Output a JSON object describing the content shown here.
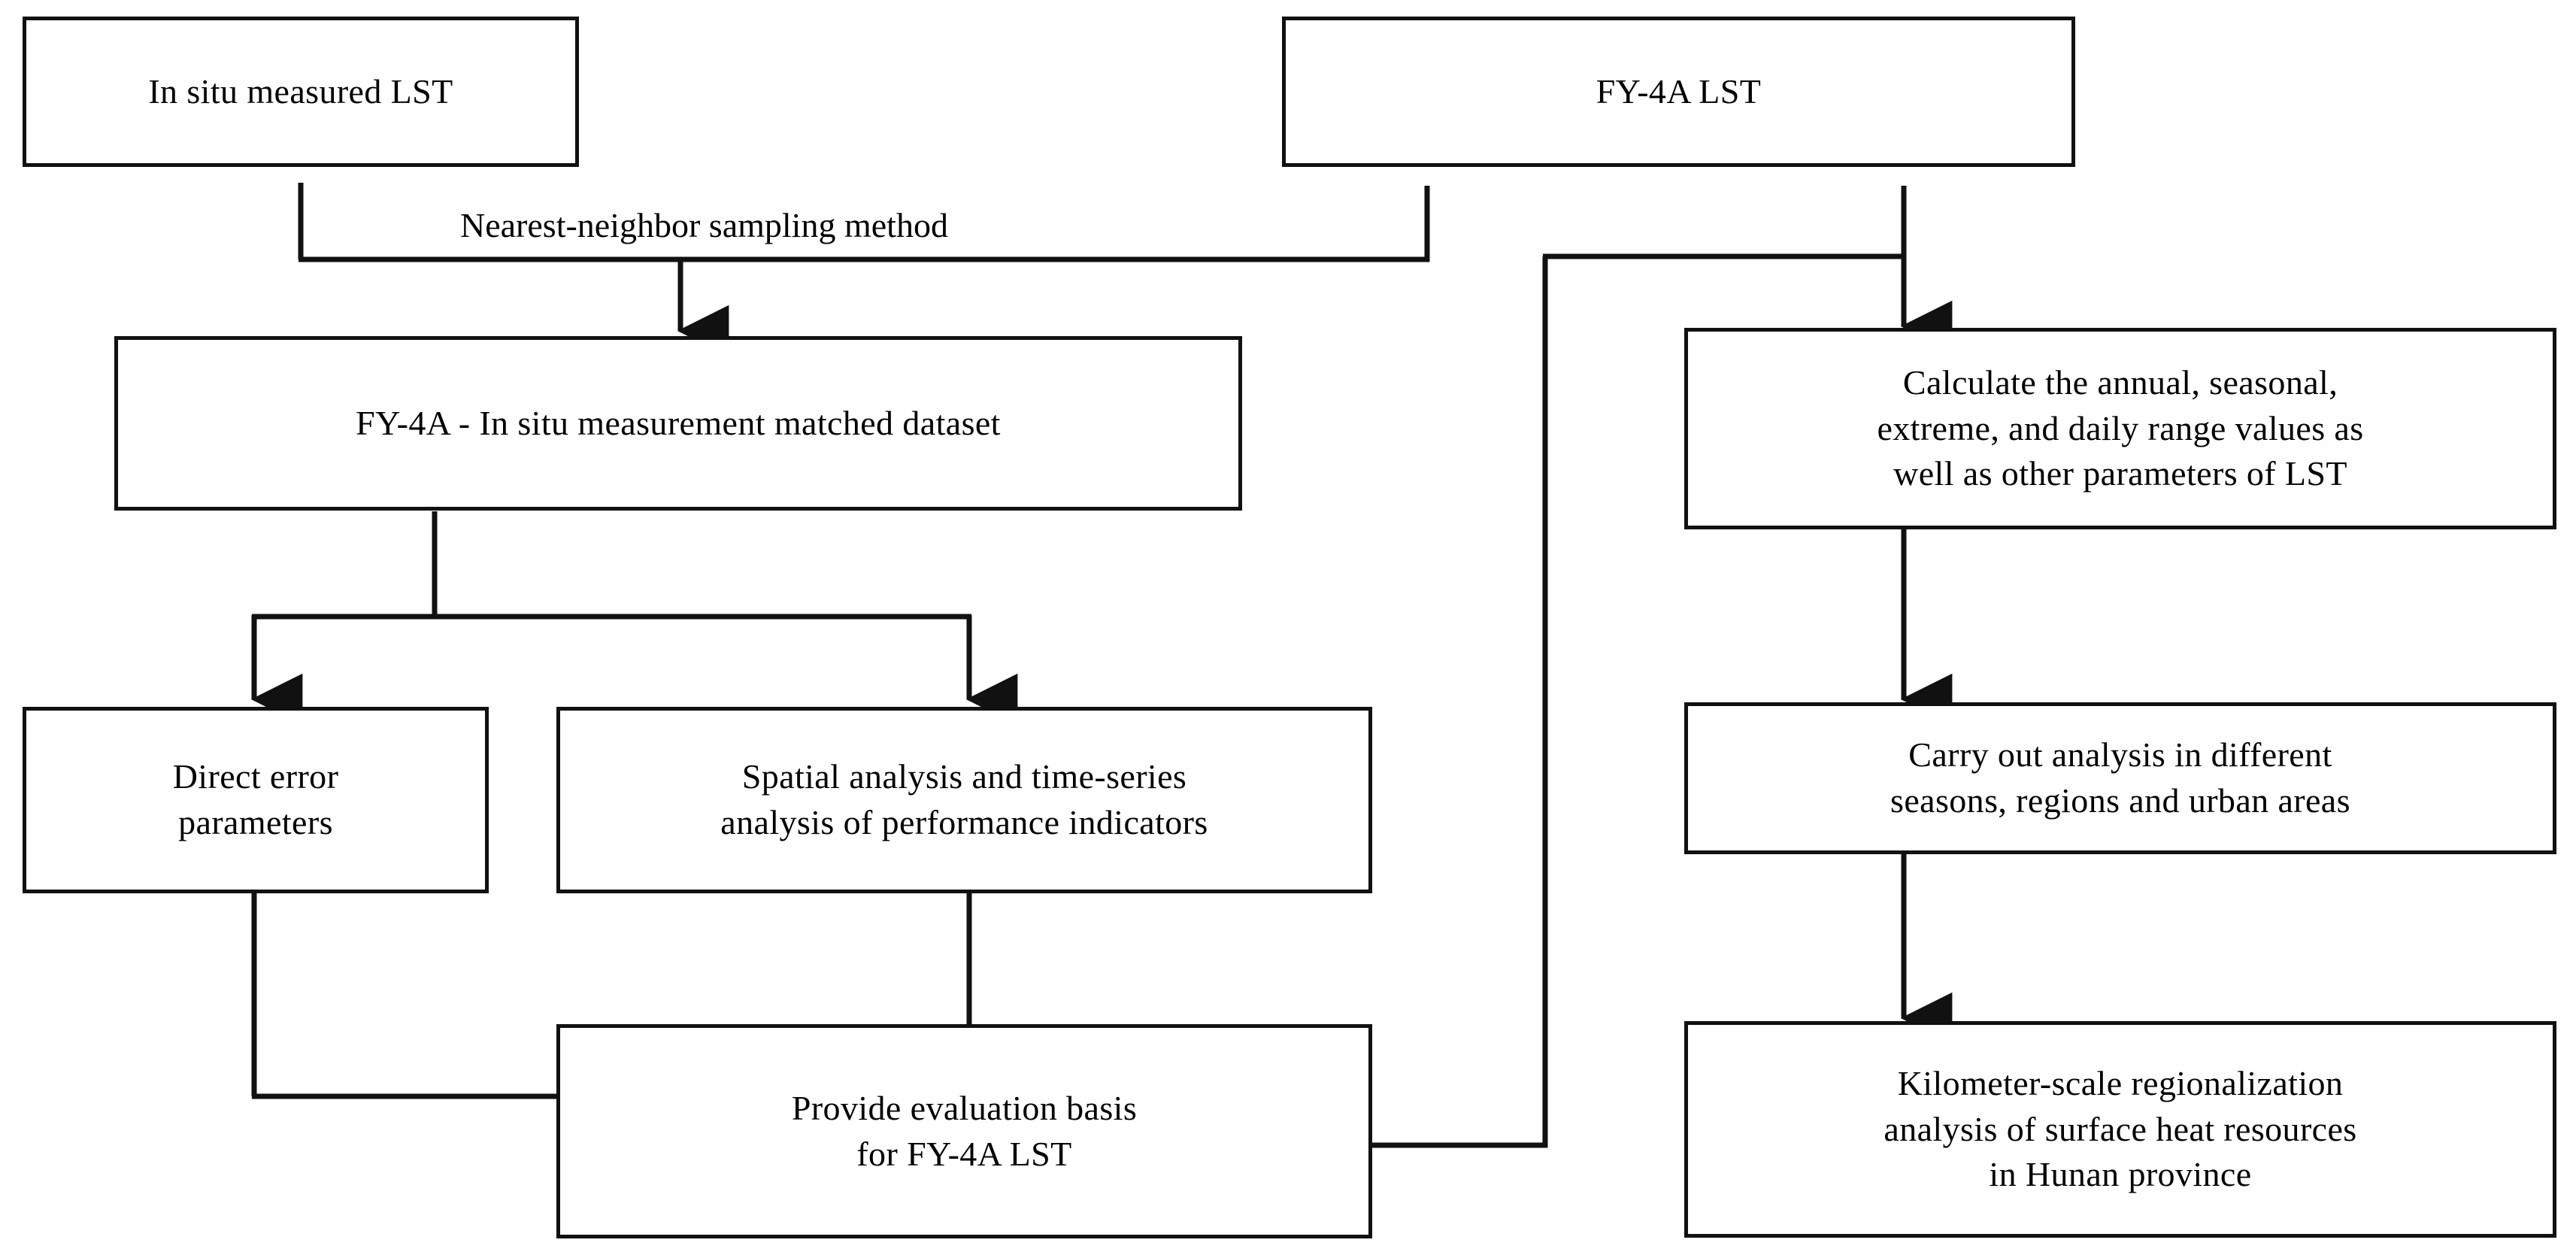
{
  "diagram": {
    "title": "FY-4A LST evaluation and surface heat resource analysis flowchart",
    "background_color": "#ffffff",
    "line_color": "#111111",
    "text_color": "#000000",
    "nodes": [
      {
        "id": "in-situ-lst",
        "label": "In situ measured LST"
      },
      {
        "id": "fy4a-lst",
        "label": "FY-4A LST"
      },
      {
        "id": "matched-dataset",
        "label": "FY-4A - In situ measurement matched dataset"
      },
      {
        "id": "direct-error",
        "label": "Direct error\nparameters"
      },
      {
        "id": "spatial-timeseries",
        "label": "Spatial analysis and time-series\nanalysis of performance indicators"
      },
      {
        "id": "evaluation-basis",
        "label": "Provide evaluation  basis\nfor FY-4A LST"
      },
      {
        "id": "calculate-parameters",
        "label": "Calculate the annual, seasonal,\nextreme, and daily range values as\nwell as other parameters of LST"
      },
      {
        "id": "carry-out-analysis",
        "label": "Carry out analysis in different\nseasons, regions and urban areas"
      },
      {
        "id": "regionalization",
        "label": "Kilometer-scale regionalization\nanalysis of surface heat resources\nin Hunan province"
      }
    ],
    "edge_labels": [
      {
        "id": "nearest-neighbor",
        "label": "Nearest-neighbor  sampling  method"
      }
    ]
  }
}
